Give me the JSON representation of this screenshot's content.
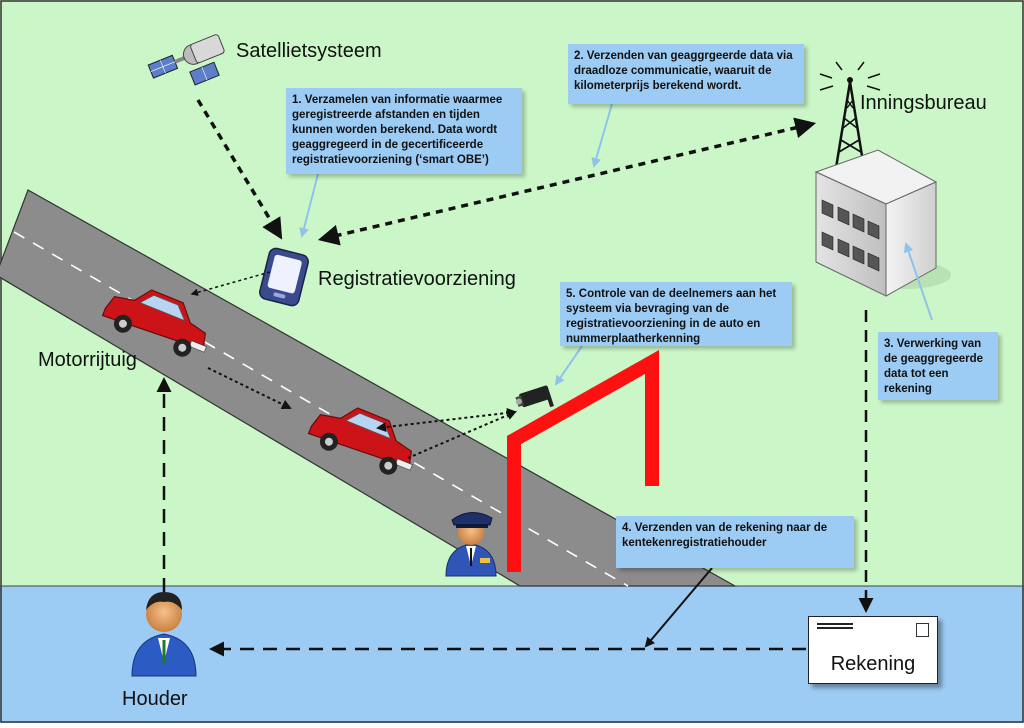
{
  "colors": {
    "background_land": "#cbf7c8",
    "background_water": "#9ccbf3",
    "road": "#8c8c8c",
    "note_box": "#9ccbf3",
    "gate": "#ff1010",
    "car": "#cc1418"
  },
  "labels": {
    "satellite": "Satellietsysteem",
    "collection_office": "Inningsbureau",
    "registration_device": "Registratievoorziening",
    "vehicle": "Motorrijtuig",
    "holder": "Houder",
    "invoice": "Rekening"
  },
  "notes": {
    "step1": "1. Verzamelen van informatie waarmee geregistreerde afstanden en tijden kunnen worden berekend. Data wordt geaggregeerd in de gecertificeerde registratievoorziening (‘smart OBE’)",
    "step2": "2. Verzenden van geaggrgeerde data via draadloze communicatie, waaruit de kilometerprijs berekend wordt.",
    "step3": "3. Verwerking van de geaggregeerde data tot een rekening",
    "step4": "4. Verzenden van de rekening naar de kentekenregistratiehouder",
    "step5": "5. Controle van de deelnemers aan het systeem via bevraging van de registratievoorziening in de auto en nummerplaatherkenning"
  },
  "icons": {
    "satellite": "satellite-icon",
    "antenna_building": "antenna-building-icon",
    "device": "smartphone-icon",
    "car": "car-icon",
    "camera": "camera-icon",
    "gate": "gantry-icon",
    "officer": "police-officer-icon",
    "holder": "person-icon",
    "invoice": "envelope-icon"
  }
}
